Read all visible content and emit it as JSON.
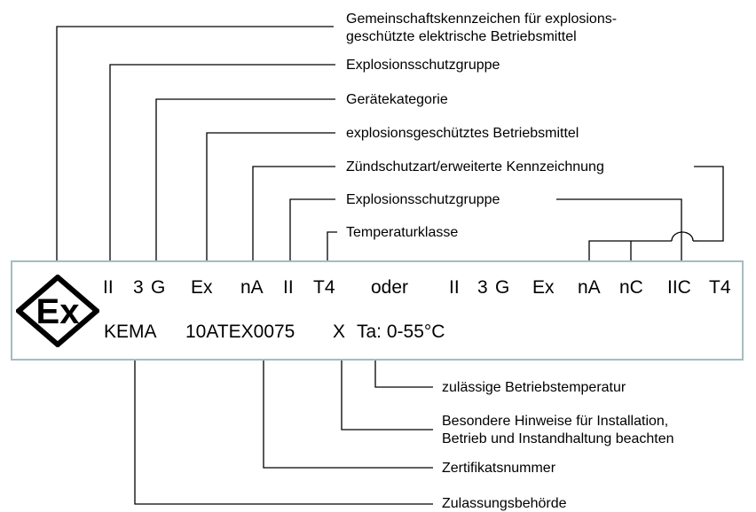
{
  "labels": {
    "community_mark_line1": "Gemeinschaftskennzeichen für explosions-",
    "community_mark_line2": "geschützte elektrische Betriebsmittel",
    "explosion_group_1": "Explosionsschutzgruppe",
    "device_category": "Gerätekategorie",
    "ex_equipment": "explosionsgeschütztes Betriebsmittel",
    "ignition_protection": "Zündschutzart/erweiterte Kennzeichnung",
    "explosion_group_2": "Explosionsschutzgruppe",
    "temperature_class": "Temperaturklasse",
    "permitted_temp": "zulässige Betriebstemperatur",
    "special_notes_line1": "Besondere Hinweise für Installation,",
    "special_notes_line2": "Betrieb und Instandhaltung beachten",
    "certificate_number": "Zertifikatsnummer",
    "approval_authority": "Zulassungsbehörde"
  },
  "plate": {
    "logo_text": "Ex",
    "row1": {
      "group": "II",
      "category_num": "3",
      "category_letter": "G",
      "ex": "Ex",
      "protection": "nA",
      "group2": "II",
      "temp_class": "T4",
      "or": "oder",
      "alt_group": "II",
      "alt_category_num": "3",
      "alt_category_letter": "G",
      "alt_ex": "Ex",
      "alt_protection_1": "nA",
      "alt_protection_2": "nC",
      "alt_gas_group": "IIC",
      "alt_temp_class": "T4"
    },
    "row2": {
      "authority": "KEMA",
      "certificate": "10ATEX0075",
      "special": "X",
      "ambient": "Ta: 0-55°C"
    }
  },
  "colors": {
    "plate_border": "#a6bcc0",
    "lines": "#000000"
  }
}
